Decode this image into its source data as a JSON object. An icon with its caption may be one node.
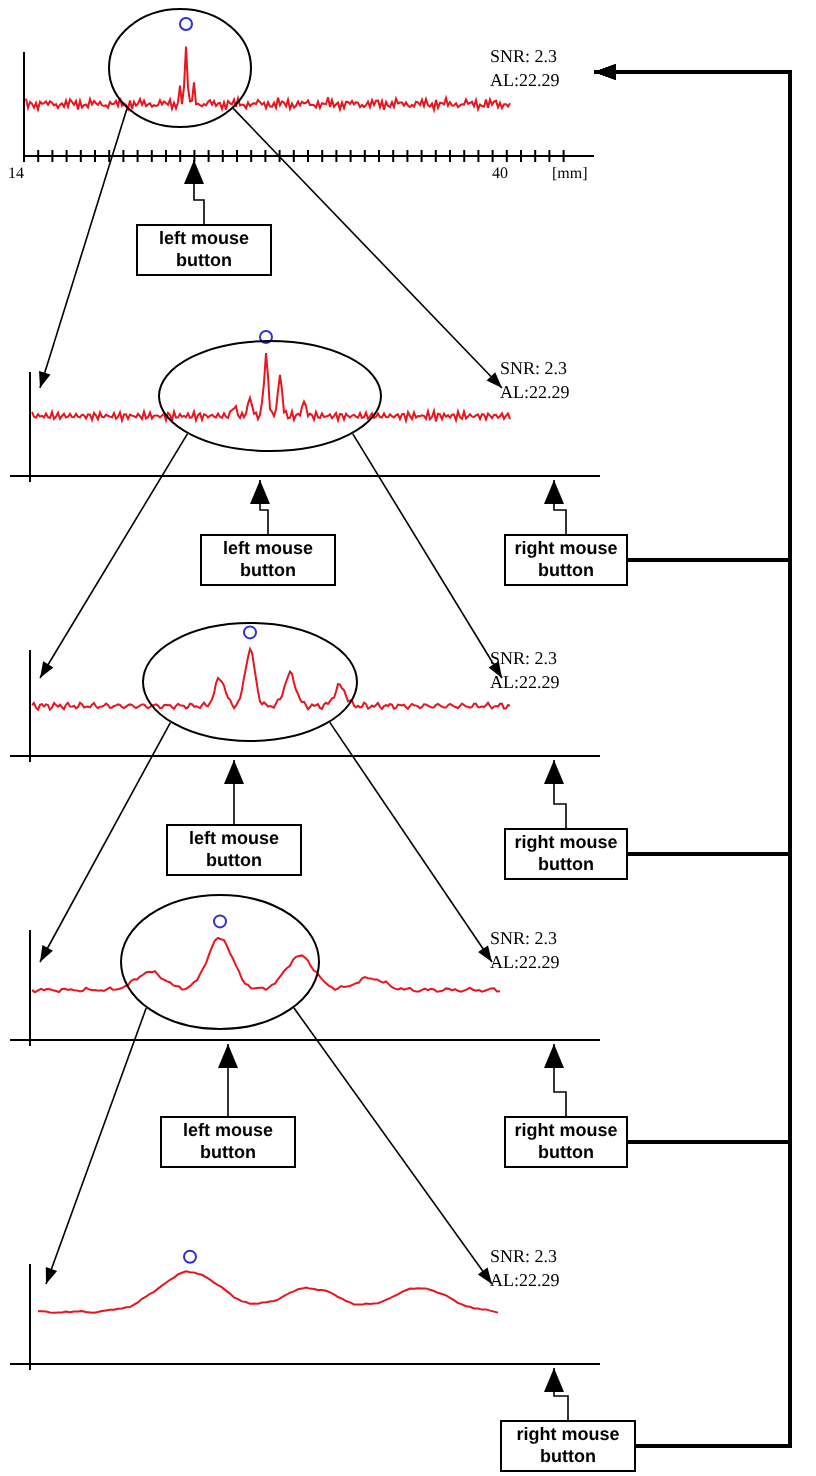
{
  "diagram": {
    "nodes": [
      {
        "text": [
          "SNR: 2.3 AL:22.29"
        ]
      },
      {
        "text": [],
        "shape": "ellipse",
        "in": 0
      },
      {
        "text": [
          "left mouse button"
        ]
      },
      {
        "text": [
          "SNR: 2.3 AL:22.29"
        ]
      },
      {
        "text": [],
        "shape": "ellipse",
        "in": 3
      },
      {
        "text": [
          "left mouse button"
        ]
      },
      {
        "text": [
          "right mouse button"
        ]
      },
      {
        "text": [
          "SNR: 2.3 AL:22.29"
        ]
      },
      {
        "text": [],
        "shape": "ellipse",
        "in": 7
      },
      {
        "text": [
          "left mouse button"
        ]
      },
      {
        "text": [
          "right mouse button"
        ]
      },
      {
        "text": [
          "SNR: 2.3 AL:22.29"
        ]
      },
      {
        "text": [],
        "shape": "ellipse",
        "in": 11
      },
      {
        "text": [
          "left mouse button"
        ]
      },
      {
        "text": [
          "right mouse button"
        ]
      },
      {
        "text": [
          "SNR: 2.3 AL:22.29"
        ]
      },
      {
        "text": [
          "right mouse button"
        ]
      }
    ],
    "edges": [
      {
        "from": 1,
        "to": 3,
        "arrow": "to"
      },
      {
        "from": 1,
        "to": 3,
        "arrow": "to"
      },
      {
        "from": 2,
        "to": 0,
        "arrow": "to"
      },
      {
        "from": 4,
        "to": 7,
        "arrow": "to"
      },
      {
        "from": 4,
        "to": 7,
        "arrow": "to"
      },
      {
        "from": 5,
        "to": 3,
        "arrow": "to"
      },
      {
        "from": 6,
        "to": 3,
        "arrow": "to"
      },
      {
        "from": 6,
        "to": 0,
        "arrow": "to"
      },
      {
        "from": 8,
        "to": 11,
        "arrow": "to"
      },
      {
        "from": 8,
        "to": 11,
        "arrow": "to"
      },
      {
        "from": 9,
        "to": 7,
        "arrow": "to"
      },
      {
        "from": 10,
        "to": 7,
        "arrow": "to"
      },
      {
        "from": 10,
        "to": 0,
        "arrow": "to"
      },
      {
        "from": 12,
        "to": 15,
        "arrow": "to"
      },
      {
        "from": 12,
        "to": 15,
        "arrow": "to"
      },
      {
        "from": 13,
        "to": 11,
        "arrow": "to"
      },
      {
        "from": 14,
        "to": 11,
        "arrow": "to"
      },
      {
        "from": 14,
        "to": 0,
        "arrow": "to"
      },
      {
        "from": 16,
        "to": 15,
        "arrow": "to"
      },
      {
        "from": 16,
        "to": 0,
        "arrow": "to"
      }
    ],
    "labels": [
      "14",
      "40",
      "[mm]"
    ]
  }
}
